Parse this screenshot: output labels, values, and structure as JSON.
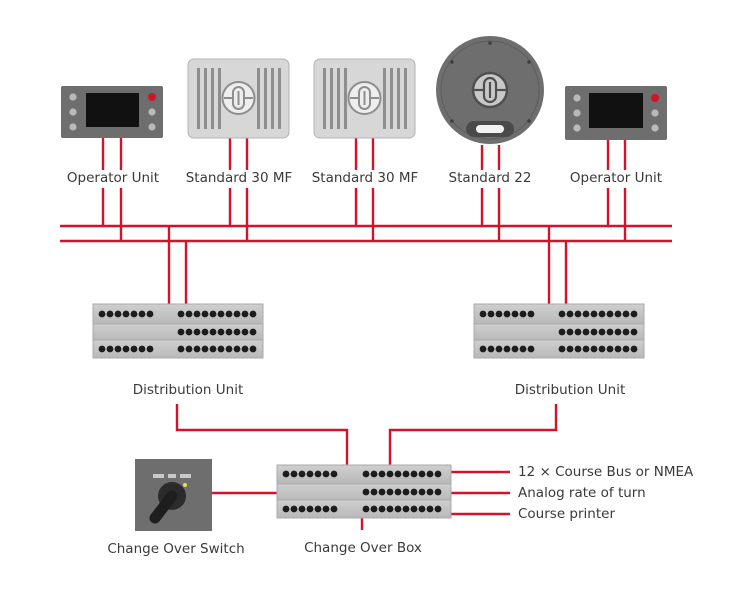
{
  "devices": {
    "operator_unit_left": "Operator Unit",
    "standard_30mf_a": "Standard 30 MF",
    "standard_30mf_b": "Standard 30 MF",
    "standard_22": "Standard 22",
    "operator_unit_right": "Operator Unit"
  },
  "distribution": {
    "left": "Distribution Unit",
    "right": "Distribution Unit"
  },
  "bottom": {
    "change_over_switch": "Change Over Switch",
    "change_over_box": "Change Over Box"
  },
  "outputs": [
    "12 × Course Bus or NMEA",
    "Analog rate of turn",
    "Course printer"
  ],
  "colors": {
    "wire": "#d4132a",
    "device_dark": "#6e6e6e",
    "device_light": "#d7d7d7",
    "screen": "#111111"
  }
}
